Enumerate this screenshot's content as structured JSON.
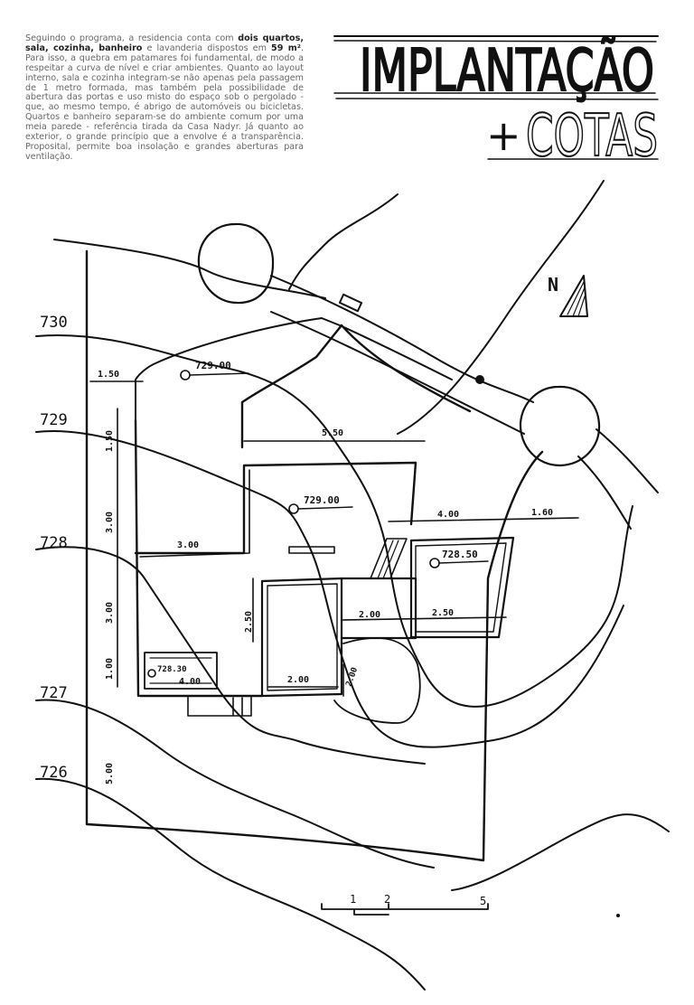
{
  "description": {
    "p1": "Seguindo o programa, a residencia conta com ",
    "b1": "dois quartos, sala, cozinha, banheiro",
    "p2": " e lavanderia dispostos em ",
    "b2": "59 m²",
    "p3": ". Para isso, a quebra em patamares foi fundamental, de modo a respeitar a curva de nível e criar ambientes. Quanto ao layout interno, sala e cozinha integram-se não apenas pela passagem de 1 metro formada, mas também pela possibilidade de abertura das portas e uso misto do espaço sob o pergolado - que, ao mesmo tempo, é abrigo de automóveis ou bicicletas. Quartos e banheiro separam-se do ambiente comum por uma meia parede - referência tirada da Casa Nadyr. Já quanto ao exterior, o grande princípio que a envolve é a transparência. Proposital, permite boa insolação e grandes aberturas para ventilação."
  },
  "title": {
    "line1": "IMPLANTAÇÃO",
    "line2": "COTAS",
    "plus": "+"
  },
  "north": "N",
  "contours": [
    "730",
    "729",
    "728",
    "727",
    "726"
  ],
  "levels": [
    "729.00",
    "729.00",
    "728.50",
    "728.30"
  ],
  "dimensions": [
    "1.50",
    "1.50",
    "5.50",
    "3.00",
    "4.00",
    "1.60",
    "3.00",
    "3.00",
    "2.50",
    "2.00",
    "2.50",
    "1.00",
    "4.00",
    "2.00",
    "2.00",
    "5.00"
  ],
  "scale": [
    "1",
    "2",
    "5"
  ]
}
